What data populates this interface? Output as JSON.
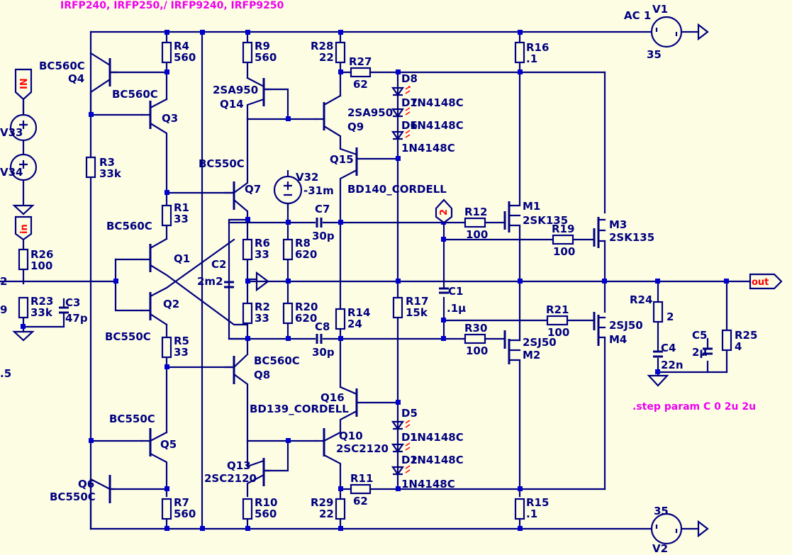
{
  "title_note": "IRFP240, IRFP250,/ IRFP9240, IRFP9250",
  "step_directive": ".step param C 0 2u 2u",
  "flags": {
    "in_top": "IN",
    "in_mid": "in",
    "out": "out",
    "node2": "2"
  },
  "sources": {
    "v1": {
      "name": "V1",
      "ac": "AC 1",
      "value": "35"
    },
    "v2": {
      "name": "V2",
      "value": "35"
    },
    "v32": {
      "name": "V32",
      "value": "-31m"
    },
    "v33": "V33",
    "v34": "V34"
  },
  "edge_fragments": {
    "left_2": "2",
    "left_9": "9",
    "left_5": ".5"
  },
  "transistors": [
    {
      "ref": "Q4",
      "model": "BC560C"
    },
    {
      "ref": "Q3",
      "model": "BC560C"
    },
    {
      "ref": "Q1",
      "model": "BC560C"
    },
    {
      "ref": "Q2",
      "model": "BC550C"
    },
    {
      "ref": "Q5",
      "model": "BC550C"
    },
    {
      "ref": "Q6",
      "model": "BC550C"
    },
    {
      "ref": "Q7",
      "model": "BC550C"
    },
    {
      "ref": "Q8",
      "model": "BC560C"
    },
    {
      "ref": "Q14",
      "model": "2SA950"
    },
    {
      "ref": "Q9",
      "model": "2SA950"
    },
    {
      "ref": "Q15",
      "model": "BD140_CORDELL"
    },
    {
      "ref": "Q16",
      "model": "BD139_CORDELL"
    },
    {
      "ref": "Q10",
      "model": "2SC2120"
    },
    {
      "ref": "Q13",
      "model": "2SC2120"
    },
    {
      "ref": "M1",
      "model": "2SK135"
    },
    {
      "ref": "M3",
      "model": "2SK135"
    },
    {
      "ref": "M2",
      "model": "2SJ50"
    },
    {
      "ref": "M4",
      "model": "2SJ50"
    }
  ],
  "resistors": [
    {
      "ref": "R4",
      "value": "560"
    },
    {
      "ref": "R3",
      "value": "33k"
    },
    {
      "ref": "R1",
      "value": "33"
    },
    {
      "ref": "R5",
      "value": "33"
    },
    {
      "ref": "R7",
      "value": "560"
    },
    {
      "ref": "R26",
      "value": "100"
    },
    {
      "ref": "R23",
      "value": "33k"
    },
    {
      "ref": "R9",
      "value": "560"
    },
    {
      "ref": "R6",
      "value": "33"
    },
    {
      "ref": "R2",
      "value": "33"
    },
    {
      "ref": "R10",
      "value": "560"
    },
    {
      "ref": "R8",
      "value": "620"
    },
    {
      "ref": "R20",
      "value": "620"
    },
    {
      "ref": "R28",
      "value": "22"
    },
    {
      "ref": "R27",
      "value": "62"
    },
    {
      "ref": "R14",
      "value": "24"
    },
    {
      "ref": "R29",
      "value": "22"
    },
    {
      "ref": "R11",
      "value": "62"
    },
    {
      "ref": "R17",
      "value": "15k"
    },
    {
      "ref": "R16",
      "value": ".1"
    },
    {
      "ref": "R15",
      "value": ".1"
    },
    {
      "ref": "R12",
      "value": "100"
    },
    {
      "ref": "R19",
      "value": "100"
    },
    {
      "ref": "R30",
      "value": "100"
    },
    {
      "ref": "R21",
      "value": "100"
    },
    {
      "ref": "R24",
      "value": "2"
    },
    {
      "ref": "R25",
      "value": "4"
    }
  ],
  "capacitors": [
    {
      "ref": "C3",
      "value": "47p"
    },
    {
      "ref": "C2",
      "value": "2m2"
    },
    {
      "ref": "C7",
      "value": "30p"
    },
    {
      "ref": "C8",
      "value": "30p"
    },
    {
      "ref": "C1",
      "value": ".1µ"
    },
    {
      "ref": "C4",
      "value": "22n"
    },
    {
      "ref": "C5",
      "value": "2µ"
    }
  ],
  "diodes": [
    {
      "ref": "D8",
      "model": ""
    },
    {
      "ref": "D7",
      "model": "1N4148C"
    },
    {
      "ref": "D6",
      "model": "1N4148C"
    },
    {
      "ref": "",
      "model": "1N4148C"
    },
    {
      "ref": "D5",
      "model": ""
    },
    {
      "ref": "D1",
      "model": "1N4148C"
    },
    {
      "ref": "D2",
      "model": "1N4148C"
    },
    {
      "ref": "",
      "model": "1N4148C"
    }
  ]
}
